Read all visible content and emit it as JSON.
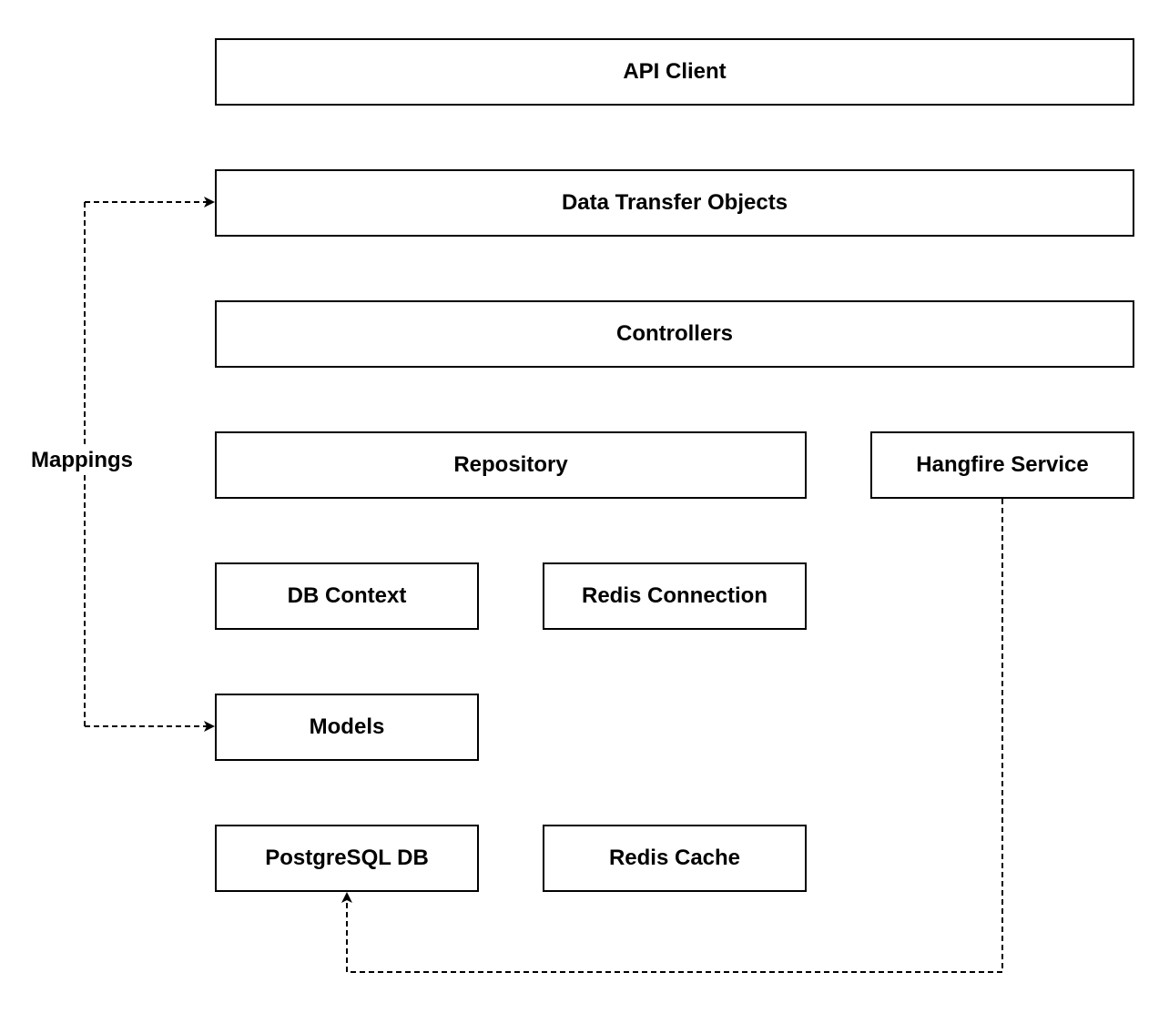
{
  "nodes": {
    "api_client": "API Client",
    "data_transfer_objects": "Data Transfer Objects",
    "controllers": "Controllers",
    "repository": "Repository",
    "hangfire_service": "Hangfire Service",
    "db_context": "DB Context",
    "redis_connection": "Redis Connection",
    "models": "Models",
    "postgresql_db": "PostgreSQL DB",
    "redis_cache": "Redis Cache"
  },
  "edges": {
    "mappings_label": "Mappings"
  },
  "colors": {
    "stroke": "#000000",
    "fill": "#ffffff",
    "text": "#000000"
  }
}
